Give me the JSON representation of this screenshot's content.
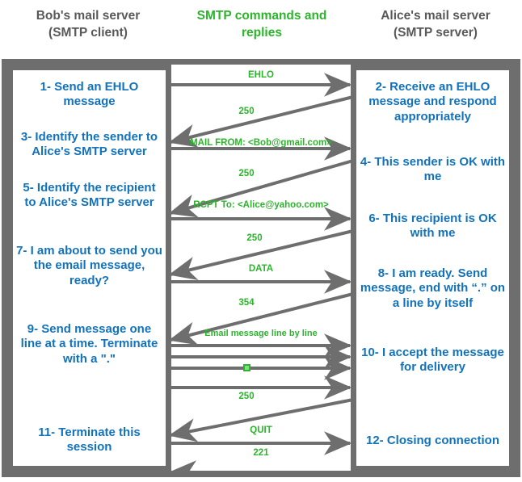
{
  "headers": {
    "left": "Bob's mail server\n(SMTP client)",
    "left_line1": "Bob's mail server",
    "left_line2": "(SMTP client)",
    "middle_line1": "SMTP commands and",
    "middle_line2": "replies",
    "right_line1": "Alice's mail server",
    "right_line2": "(SMTP server)"
  },
  "colors": {
    "header_gray": "#595959",
    "green": "#2cb42c",
    "blue": "#1272bb",
    "frame_gray": "#6e6e6e"
  },
  "client_steps": [
    {
      "text": "1- Send an EHLO message"
    },
    {
      "text": "3- Identify the sender to Alice's SMTP server"
    },
    {
      "text": "5- Identify the recipient to Alice's SMTP server"
    },
    {
      "text": "7- I am about to send you the email message, ready?"
    },
    {
      "text": "9- Send message one line at a time. Terminate with a \".\""
    },
    {
      "text": "11- Terminate this session"
    }
  ],
  "server_steps": [
    {
      "text": "2- Receive an EHLO message and respond appropriately"
    },
    {
      "text": "4- This sender is OK with me"
    },
    {
      "text": "6- This recipient is OK with me"
    },
    {
      "text": "8-  I am ready. Send message, end with “.” on a line by itself"
    },
    {
      "text": "10-  I accept the message for delivery"
    },
    {
      "text": "12-  Closing connection"
    }
  ],
  "messages": [
    {
      "label": "EHLO",
      "direction": "client-to-server"
    },
    {
      "label": "250",
      "direction": "server-to-client"
    },
    {
      "label": "MAIL FROM: <Bob@gmail.com>",
      "direction": "client-to-server"
    },
    {
      "label": "250",
      "direction": "server-to-client"
    },
    {
      "label": "RCPT To: <Alice@yahoo.com>",
      "direction": "client-to-server"
    },
    {
      "label": "250",
      "direction": "server-to-client"
    },
    {
      "label": "DATA",
      "direction": "client-to-server"
    },
    {
      "label": "354",
      "direction": "server-to-client"
    },
    {
      "label": "Email message line by line",
      "direction": "client-to-server"
    },
    {
      "label": "",
      "direction": "client-to-server"
    },
    {
      "label": "",
      "direction": "client-to-server"
    },
    {
      "label": "",
      "direction": "client-to-server"
    },
    {
      "label": "250",
      "direction": "server-to-client"
    },
    {
      "label": "QUIT",
      "direction": "client-to-server"
    },
    {
      "label": "221",
      "direction": "server-to-client"
    }
  ],
  "marker": {
    "name": "message-terminator-dot",
    "color": "#2cb42c"
  }
}
